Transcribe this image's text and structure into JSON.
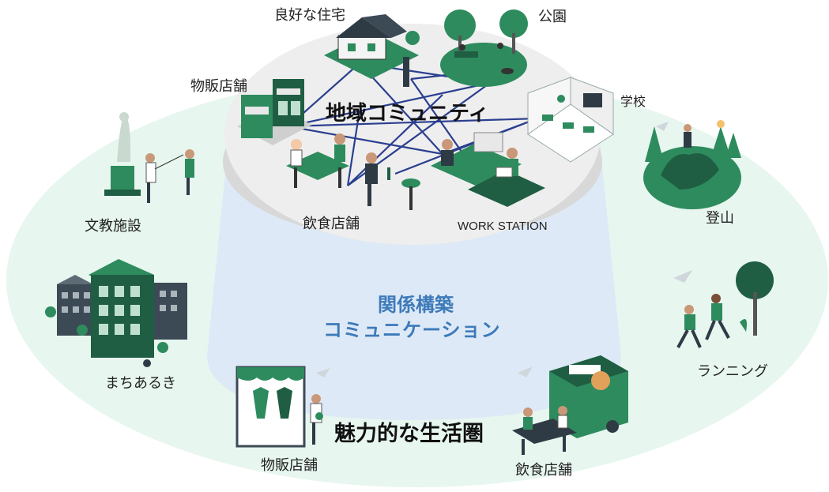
{
  "colors": {
    "outer_field": "#e7f6ef",
    "cylinder": "#dde9f6",
    "top_disc": "#eeeeee",
    "disc_rim": "#d8d8d8",
    "accent_green": "#2e8b5e",
    "dark_green": "#1f5e43",
    "network_line": "#2b3f8f",
    "relation_blue": "#3d7ab9"
  },
  "center": {
    "community_title": "地域コミュニティ",
    "relation_line1": "関係構築",
    "relation_line2": "コミュニケーション",
    "living_title": "魅力的な生活圏"
  },
  "top_labels": {
    "house": "良好な住宅",
    "park": "公園",
    "retail": "物販店舗",
    "school": "学校",
    "restaurant": "飲食店舗",
    "workstation": "WORK STATION"
  },
  "outer_labels": {
    "culture": "文教施設",
    "climbing": "登山",
    "walk": "まちあるき",
    "running": "ランニング",
    "retail": "物販店舗",
    "restaurant": "飲食店舗"
  },
  "icons": [
    "house-icon",
    "park-icon",
    "store-icon",
    "school-icon",
    "cafe-icon",
    "workstation-icon",
    "bar-icon",
    "statue-icon",
    "mountain-icon",
    "buildings-icon",
    "runners-icon",
    "shop-window-icon",
    "food-truck-icon"
  ]
}
